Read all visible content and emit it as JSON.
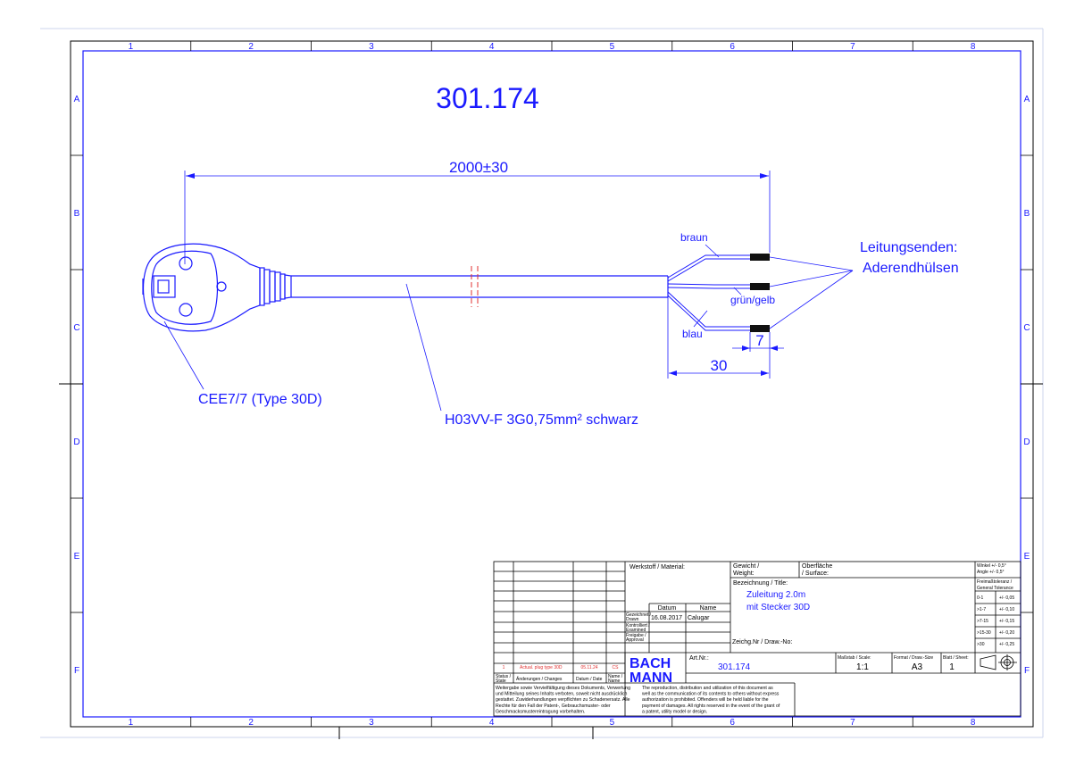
{
  "drawing": {
    "article_heading": "301.174",
    "cable_length": "2000±30",
    "strip_length": "30",
    "sleeve_length": "7",
    "wire_brown": "braun",
    "wire_green_yellow": "grün/gelb",
    "wire_blue": "blau",
    "ends_line1": "Leitungsenden:",
    "ends_line2": "Aderendhülsen",
    "plug_label": "CEE7/7 (Type 30D)",
    "cable_label": "H03VV-F 3G0,75mm² schwarz"
  },
  "frame": {
    "columns": [
      "1",
      "2",
      "3",
      "4",
      "5",
      "6",
      "7",
      "8"
    ],
    "rows": [
      "A",
      "B",
      "C",
      "D",
      "E",
      "F"
    ]
  },
  "title_block": {
    "material_label": "Werkstoff / Material:",
    "weight_label_1": "Gewicht /",
    "weight_label_2": "Weight:",
    "surface_label_1": "Oberfläche",
    "surface_label_2": "/ Surface:",
    "title_label": "Bezeichnung / Title:",
    "title_line1": "Zuleitung 2.0m",
    "title_line2": "mit Stecker 30D",
    "date_header": "Datum",
    "name_header": "Name",
    "drawn_label_1": "Gezeichnet /",
    "drawn_label_2": "Drawn",
    "drawn_date": "16.08.2017",
    "drawn_name": "Calugar",
    "checked_label_1": "Kontrolliert /",
    "checked_label_2": "Examined",
    "approved_label_1": "Freigabe /",
    "approved_label_2": "Approval",
    "drawing_no_label": "Zeichg.Nr / Draw.-No:",
    "art_no_label": "Art.Nr.:",
    "art_no": "301.174",
    "scale_label": "Maßstab / Scale:",
    "scale": "1:1",
    "format_label": "Format / Draw.-Size",
    "format": "A3",
    "sheet_label": "Blatt / Sheet:",
    "sheet": "1",
    "logo_line1": "BACH",
    "logo_line2": "MANN",
    "rev_status": "1",
    "rev_change": "Actual. plug type 30D",
    "rev_date": "05.11.24",
    "rev_name": "CS",
    "status_header_1": "Status /",
    "status_header_2": "State",
    "changes_header": "Änderungen / Changes",
    "date_rev_header": "Datum / Date",
    "name_rev_header_1": "Name /",
    "name_rev_header_2": "Name",
    "angle_tol_1": "Winkel +/- 0,5°",
    "angle_tol_2": "Angle +/- 0,5°",
    "general_tol_1": "Freimaßtoleranz /",
    "general_tol_2": "General Tolerance",
    "tolerances": [
      {
        "range": "0-1",
        "value": "+/- 0,05"
      },
      {
        "range": ">1-7",
        "value": "+/- 0,10"
      },
      {
        "range": ">7-15",
        "value": "+/- 0,15"
      },
      {
        "range": ">15-30",
        "value": "+/- 0,20"
      },
      {
        "range": ">30",
        "value": "+/- 0,25"
      }
    ],
    "notice_de": [
      "Weitergabe sowie Vervielfältigung dieses Dokuments, Verwertung",
      "und Mitteilung seines Inhalts verboten, soweit nicht ausdrücklich",
      "gestattet. Zuwiderhandlungen verpflichten zu Schadenersatz. Alle",
      "Rechte für den Fall der Patent-, Gebrauchsmuster- oder",
      "Geschmacksmustereintragung vorbehalten."
    ],
    "notice_en": [
      "The reproduction, distribution and utilization of this document as",
      "well as the communication of its contents to others without express",
      "authorization is prohibited. Offenders will be held liable for the",
      "payment of damages. All rights reserved in the event of the grant of",
      "a patent, utility model or design."
    ]
  },
  "colors": {
    "drawing_blue": "#1a1aff",
    "frame_black": "#000000",
    "revision_red": "#e03030",
    "break_red": "#e03030"
  }
}
